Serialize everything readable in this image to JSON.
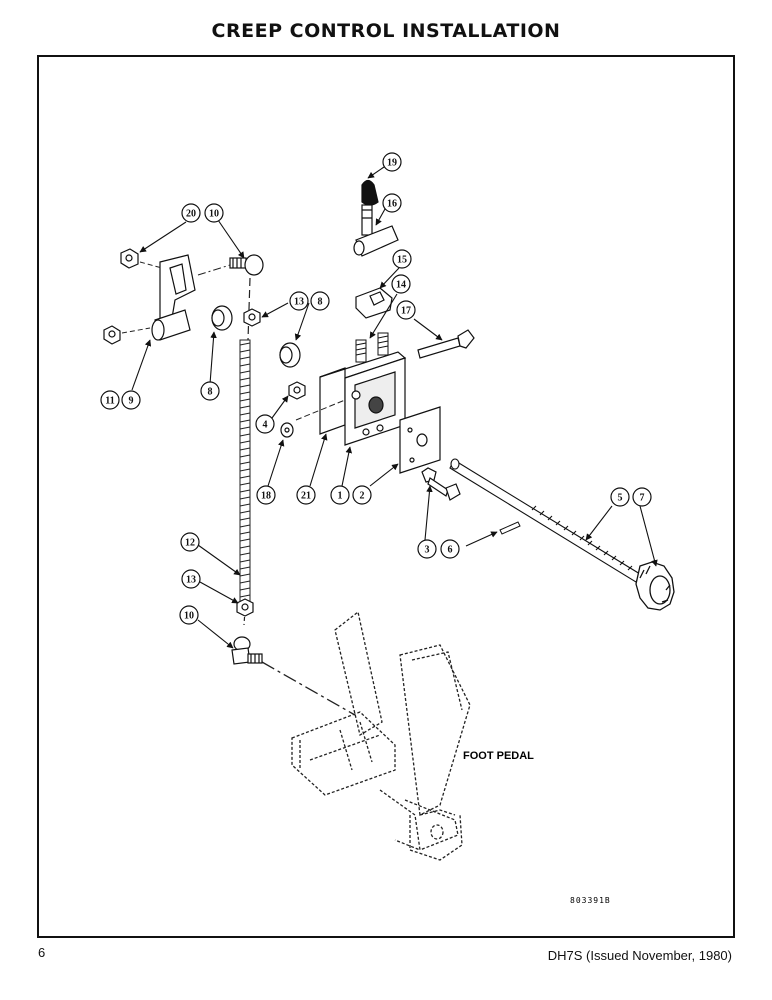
{
  "title": "CREEP CONTROL INSTALLATION",
  "page_number": "6",
  "footer": "DH7S (Issued November, 1980)",
  "drawing_number": "803391B",
  "labels": {
    "foot_pedal": "FOOT PEDAL"
  },
  "callouts": [
    "19",
    "16",
    "20",
    "10",
    "15",
    "14",
    "13",
    "8",
    "17",
    "11",
    "9",
    "8",
    "4",
    "18",
    "21",
    "1",
    "2",
    "5",
    "7",
    "3",
    "6",
    "12",
    "13",
    "10"
  ]
}
